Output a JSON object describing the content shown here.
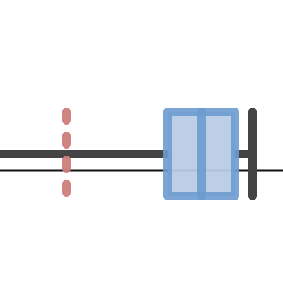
{
  "chart_data": {
    "type": "boxplot",
    "orientation": "horizontal",
    "title": "",
    "xlabel": "",
    "ylabel": "",
    "x_range": [
      0,
      400
    ],
    "grid": false,
    "legend": "none",
    "box": {
      "q1": 237,
      "median": 285,
      "q3": 332
    },
    "whiskers": {
      "low": 0,
      "high": 357
    },
    "mean_line": 94,
    "baseline": 400,
    "colors": {
      "box_fill": "#b9cce6",
      "box_edge": "#6b9bcf",
      "whisker": "#444444",
      "cap": "#444444",
      "mean_line": "#cd7e7b",
      "baseline": "#111111"
    }
  }
}
